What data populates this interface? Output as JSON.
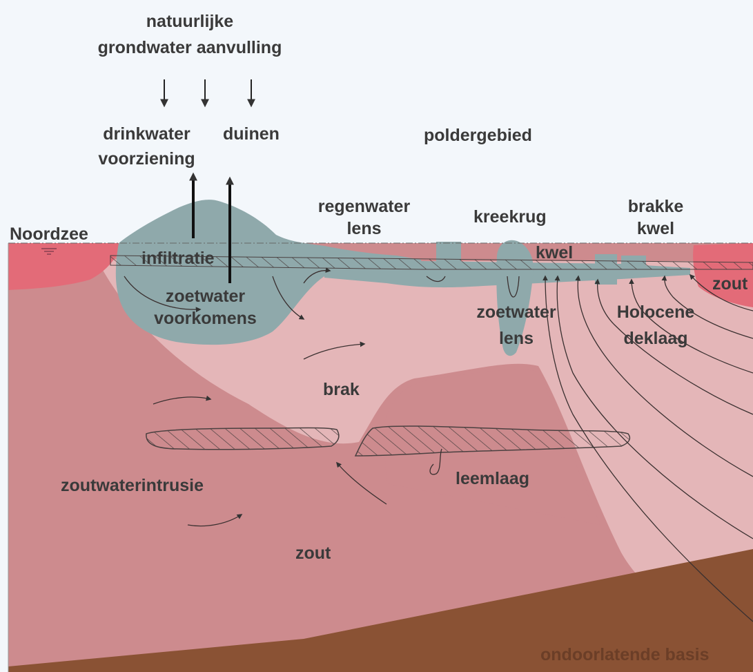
{
  "labels": {
    "recharge_line1": "natuurlijke",
    "recharge_line2": "grondwater aanvulling",
    "drinkwater_line1": "drinkwater",
    "drinkwater_line2": "voorziening",
    "duinen": "duinen",
    "poldergebied": "poldergebied",
    "regenwater_line1": "regenwater",
    "regenwater_line2": "lens",
    "kreekrug": "kreekrug",
    "brakke_line1": "brakke",
    "brakke_line2": "kwel",
    "noordzee": "Noordzee",
    "infiltratie": "infiltratie",
    "kwel": "kwel",
    "zout_right": "zout",
    "zoetwater_line1": "zoetwater",
    "zoetwater_line2": "voorkomens",
    "zoetwaterlens_line1": "zoetwater",
    "zoetwaterlens_line2": "lens",
    "holocene_line1": "Holocene",
    "holocene_line2": "deklaag",
    "brak": "brak",
    "leemlaag": "leemlaag",
    "zoutwaterintrusie": "zoutwaterintrusie",
    "zout": "zout",
    "basis": "ondoorlatende basis"
  },
  "colors": {
    "sky": "#f3f7fb",
    "sea": "#e36b78",
    "salt": "#cd8b8e",
    "brackish": "#e4b6b8",
    "fresh": "#8fa9ab",
    "base": "#8a5234",
    "text": "#3a3a3a",
    "basis_text": "#6b3e27"
  }
}
